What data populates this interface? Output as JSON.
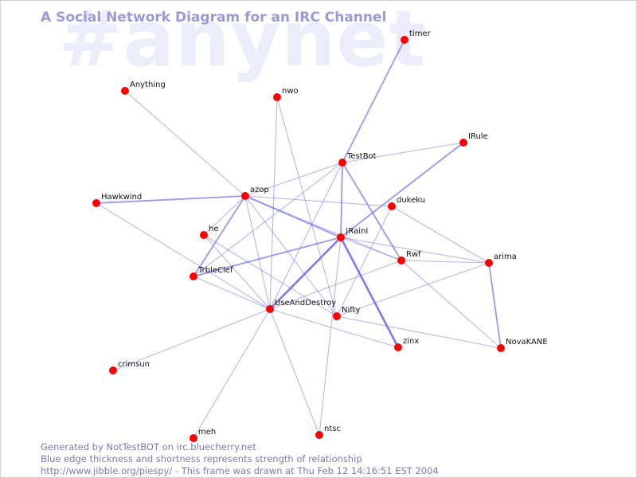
{
  "watermark": "#anynet",
  "title": "A Social Network Diagram for an IRC Channel",
  "footer": {
    "line1": "Generated by NotTestBOT on irc.bluecherry.net",
    "line2": "Blue edge thickness and shortness represents strength of relationship",
    "line3": "http://www.jibble.org/piespy/ - This frame was drawn at Thu Feb 12 14:16:51 EST 2004"
  },
  "colors": {
    "node": "#ff0000",
    "edge": "#6e6ee6",
    "title": "#9a9ad6",
    "watermark": "#ececfa",
    "footer": "#7a7ab0"
  },
  "nodes": [
    {
      "id": "timer",
      "label": "timer"
    },
    {
      "id": "Anything",
      "label": "Anything"
    },
    {
      "id": "nwo",
      "label": "nwo"
    },
    {
      "id": "IRule",
      "label": "IRule"
    },
    {
      "id": "TestBot",
      "label": "TestBot"
    },
    {
      "id": "Hawkwind",
      "label": "Hawkwind"
    },
    {
      "id": "azop",
      "label": "azop"
    },
    {
      "id": "dukeku",
      "label": "dukeku"
    },
    {
      "id": "he",
      "label": "he"
    },
    {
      "id": "IRainI",
      "label": "|RainI"
    },
    {
      "id": "Rwf",
      "label": "Rwf"
    },
    {
      "id": "arima",
      "label": "arima"
    },
    {
      "id": "TrbleClef",
      "label": "TrbleClef"
    },
    {
      "id": "UseAndDestroy",
      "label": "UseAndDestroy"
    },
    {
      "id": "Nifty",
      "label": "Nifty"
    },
    {
      "id": "zinx",
      "label": "zinx"
    },
    {
      "id": "NovaKANE",
      "label": "NovaKANE"
    },
    {
      "id": "crimsun",
      "label": "crimsun"
    },
    {
      "id": "ntsc",
      "label": "ntsc"
    },
    {
      "id": "meh",
      "label": "meh"
    }
  ],
  "edges": [
    {
      "from": "timer",
      "to": "TestBot",
      "strength": 2
    },
    {
      "from": "Anything",
      "to": "azop",
      "strength": 1
    },
    {
      "from": "nwo",
      "to": "UseAndDestroy",
      "strength": 1
    },
    {
      "from": "nwo",
      "to": "Nifty",
      "strength": 1
    },
    {
      "from": "IRule",
      "to": "TestBot",
      "strength": 1
    },
    {
      "from": "IRule",
      "to": "IRainI",
      "strength": 2
    },
    {
      "from": "TestBot",
      "to": "azop",
      "strength": 1
    },
    {
      "from": "TestBot",
      "to": "TrbleClef",
      "strength": 1
    },
    {
      "from": "TestBot",
      "to": "IRainI",
      "strength": 2
    },
    {
      "from": "TestBot",
      "to": "Rwf",
      "strength": 2
    },
    {
      "from": "TestBot",
      "to": "UseAndDestroy",
      "strength": 1
    },
    {
      "from": "Hawkwind",
      "to": "azop",
      "strength": 2
    },
    {
      "from": "Hawkwind",
      "to": "UseAndDestroy",
      "strength": 1
    },
    {
      "from": "azop",
      "to": "dukeku",
      "strength": 1
    },
    {
      "from": "azop",
      "to": "IRainI",
      "strength": 2
    },
    {
      "from": "azop",
      "to": "Rwf",
      "strength": 1
    },
    {
      "from": "azop",
      "to": "TrbleClef",
      "strength": 2
    },
    {
      "from": "azop",
      "to": "UseAndDestroy",
      "strength": 1
    },
    {
      "from": "azop",
      "to": "Nifty",
      "strength": 1
    },
    {
      "from": "azop",
      "to": "he",
      "strength": 1
    },
    {
      "from": "he",
      "to": "UseAndDestroy",
      "strength": 1
    },
    {
      "from": "he",
      "to": "Nifty",
      "strength": 1
    },
    {
      "from": "dukeku",
      "to": "arima",
      "strength": 1
    },
    {
      "from": "dukeku",
      "to": "Nifty",
      "strength": 1
    },
    {
      "from": "IRainI",
      "to": "TrbleClef",
      "strength": 2
    },
    {
      "from": "IRainI",
      "to": "UseAndDestroy",
      "strength": 3
    },
    {
      "from": "IRainI",
      "to": "zinx",
      "strength": 3
    },
    {
      "from": "IRainI",
      "to": "Rwf",
      "strength": 1
    },
    {
      "from": "IRainI",
      "to": "arima",
      "strength": 1
    },
    {
      "from": "IRainI",
      "to": "ntsc",
      "strength": 1
    },
    {
      "from": "Rwf",
      "to": "arima",
      "strength": 1
    },
    {
      "from": "Rwf",
      "to": "UseAndDestroy",
      "strength": 1
    },
    {
      "from": "Rwf",
      "to": "NovaKANE",
      "strength": 1
    },
    {
      "from": "arima",
      "to": "NovaKANE",
      "strength": 2
    },
    {
      "from": "arima",
      "to": "Nifty",
      "strength": 1
    },
    {
      "from": "TrbleClef",
      "to": "UseAndDestroy",
      "strength": 1
    },
    {
      "from": "UseAndDestroy",
      "to": "zinx",
      "strength": 1
    },
    {
      "from": "UseAndDestroy",
      "to": "crimsun",
      "strength": 1
    },
    {
      "from": "UseAndDestroy",
      "to": "meh",
      "strength": 1
    },
    {
      "from": "UseAndDestroy",
      "to": "ntsc",
      "strength": 1
    },
    {
      "from": "Nifty",
      "to": "NovaKANE",
      "strength": 1
    }
  ]
}
